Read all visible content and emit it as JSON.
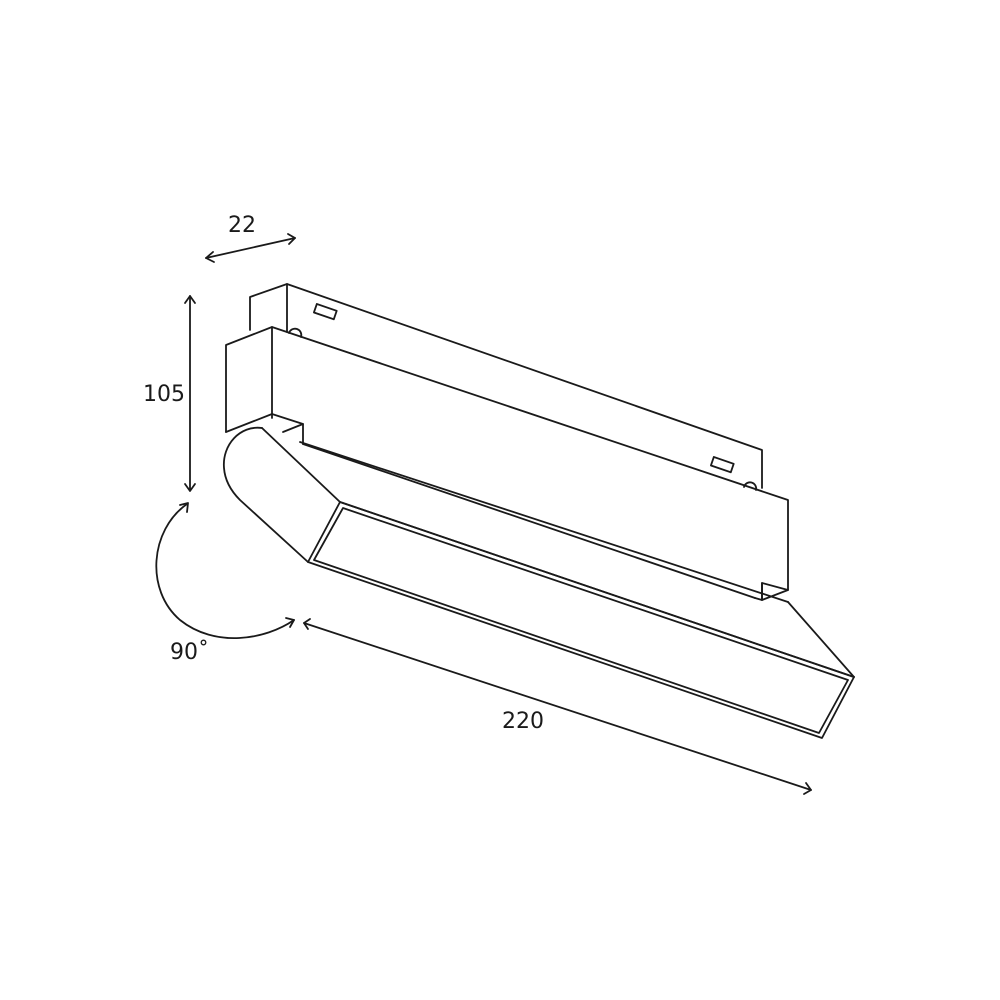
{
  "diagram": {
    "type": "technical-dimension-drawing",
    "subject": "magnetic track spotlight linear fixture (isometric line drawing)",
    "line_color": "#1a1a1a",
    "background": "#ffffff"
  },
  "dimensions": {
    "depth": {
      "label": "22"
    },
    "height": {
      "label": "105"
    },
    "rotation": {
      "label": "90˚"
    },
    "length": {
      "label": "220"
    }
  }
}
